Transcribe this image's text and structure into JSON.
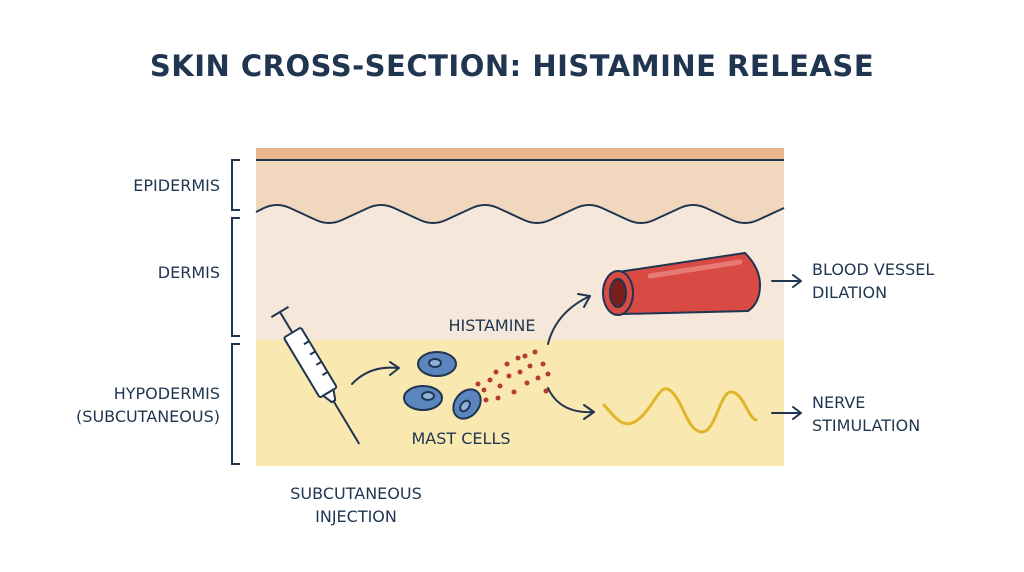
{
  "title": "SKIN CROSS-SECTION: HISTAMINE RELEASE",
  "layers": {
    "epidermis": "EPIDERMIS",
    "dermis": "DERMIS",
    "hypodermis_line1": "HYPODERMIS",
    "hypodermis_line2": "(SUBCUTANEOUS)"
  },
  "labels": {
    "histamine": "HISTAMINE",
    "mast_cells": "MAST CELLS",
    "injection_line1": "SUBCUTANEOUS",
    "injection_line2": "INJECTION",
    "vessel_line1": "BLOOD VESSEL",
    "vessel_line2": "DILATION",
    "nerve_line1": "NERVE",
    "nerve_line2": "STIMULATION"
  },
  "colors": {
    "ink": "#1f3550",
    "epidermis": "#f1d7bd",
    "dermis": "#f5e8db",
    "hypodermis": "#f9e8b0",
    "vessel": "#d94a45",
    "mast_cell": "#5b86bd",
    "histamine_dot": "#b43e33",
    "nerve": "#e0b52a"
  },
  "icons": [
    "syringe-icon",
    "blood-vessel-icon",
    "nerve-wave-icon",
    "mast-cell-icon"
  ]
}
